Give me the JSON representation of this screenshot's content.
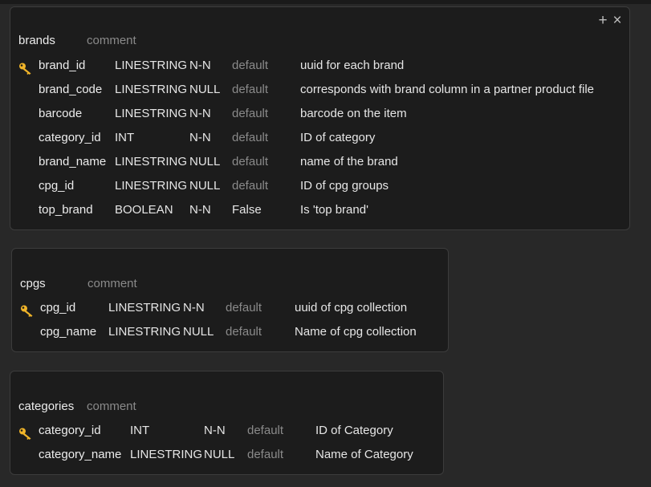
{
  "colors": {
    "background": "#282828",
    "card": "#1c1c1c",
    "card_border": "#3c3c3c",
    "text": "#e6e6e6",
    "muted": "#8a8a8a",
    "key_icon": "#f0b429"
  },
  "tables": [
    {
      "name": "brands",
      "comment_placeholder": "comment",
      "controls": {
        "add": "+",
        "close": "×"
      },
      "columns": [
        {
          "name": "brand_id",
          "type": "LINESTRING",
          "nullability": "N-N",
          "default": "default",
          "comment": "uuid for each brand",
          "primary_key": true
        },
        {
          "name": "brand_code",
          "type": "LINESTRING",
          "nullability": "NULL",
          "default": "default",
          "comment": "corresponds with brand column in a partner product file",
          "primary_key": false
        },
        {
          "name": "barcode",
          "type": "LINESTRING",
          "nullability": "N-N",
          "default": "default",
          "comment": "barcode on the item",
          "primary_key": false
        },
        {
          "name": "category_id",
          "type": "INT",
          "nullability": "N-N",
          "default": "default",
          "comment": "ID of category",
          "primary_key": false
        },
        {
          "name": "brand_name",
          "type": "LINESTRING",
          "nullability": "NULL",
          "default": "default",
          "comment": "name of the brand",
          "primary_key": false
        },
        {
          "name": "cpg_id",
          "type": "LINESTRING",
          "nullability": "NULL",
          "default": "default",
          "comment": "ID of cpg groups",
          "primary_key": false
        },
        {
          "name": "top_brand",
          "type": "BOOLEAN",
          "nullability": "N-N",
          "default": "False",
          "comment": "Is 'top brand'",
          "primary_key": false
        }
      ]
    },
    {
      "name": "cpgs",
      "comment_placeholder": "comment",
      "columns": [
        {
          "name": "cpg_id",
          "type": "LINESTRING",
          "nullability": "N-N",
          "default": "default",
          "comment": "uuid of cpg collection",
          "primary_key": true
        },
        {
          "name": "cpg_name",
          "type": "LINESTRING",
          "nullability": "NULL",
          "default": "default",
          "comment": "Name of cpg collection",
          "primary_key": false
        }
      ]
    },
    {
      "name": "categories",
      "comment_placeholder": "comment",
      "columns": [
        {
          "name": "category_id",
          "type": "INT",
          "nullability": "N-N",
          "default": "default",
          "comment": "ID of Category",
          "primary_key": true
        },
        {
          "name": "category_name",
          "type": "LINESTRING",
          "nullability": "NULL",
          "default": "default",
          "comment": "Name of Category",
          "primary_key": false
        }
      ]
    }
  ]
}
